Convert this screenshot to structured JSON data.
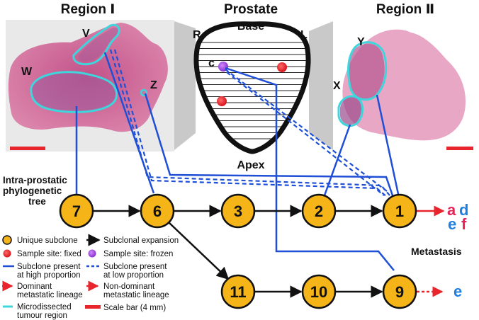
{
  "headers": {
    "region1": "Region Ⅰ",
    "prostate": "Prostate",
    "region2": "Region Ⅱ"
  },
  "prostate_labels": {
    "base": "Base",
    "apex": "Apex",
    "right": "R",
    "left": "L",
    "site_c": "c"
  },
  "region_labels": {
    "v": "V",
    "w": "W",
    "z": "Z",
    "x": "X",
    "y": "Y"
  },
  "tree_label": [
    "Intra-prostatic",
    "phylogenetic",
    "tree"
  ],
  "nodes": [
    {
      "id": "7",
      "label": "7"
    },
    {
      "id": "6",
      "label": "6"
    },
    {
      "id": "3",
      "label": "3"
    },
    {
      "id": "2",
      "label": "2"
    },
    {
      "id": "1",
      "label": "1"
    },
    {
      "id": "11",
      "label": "11"
    },
    {
      "id": "10",
      "label": "10"
    },
    {
      "id": "9",
      "label": "9"
    }
  ],
  "metastasis_title": "Metastasis",
  "metastasis_letters": {
    "a": "a",
    "d": "d",
    "e": "e",
    "f": "f",
    "e2": "e"
  },
  "legend": {
    "unique_subclone": "Unique subclone",
    "subclonal_expansion": "Subclonal expansion",
    "sample_fixed": "Sample site: fixed",
    "sample_frozen": "Sample site: frozen",
    "high_line1": "Subclone present",
    "high_line2": "at high proportion",
    "low_line1": "Subclone present",
    "low_line2": "at low proportion",
    "dominant_line1": "Dominant",
    "dominant_line2": "metastatic lineage",
    "nondominant_line1": "Non-dominant",
    "nondominant_line2": "metastatic lineage",
    "micro_line1": "Microdissected",
    "micro_line2": "tumour region",
    "scale_bar": "Scale bar (4 mm)"
  },
  "colors": {
    "node_fill": "#f5b418",
    "blue_line": "#1e4fd6",
    "red": "#e8242c",
    "purple": "#9b3fd8",
    "cyan": "#3fd5dd",
    "letter_red": "#e8245a",
    "letter_blue": "#1f7fe0",
    "tissue_pink": "#d9759c"
  }
}
